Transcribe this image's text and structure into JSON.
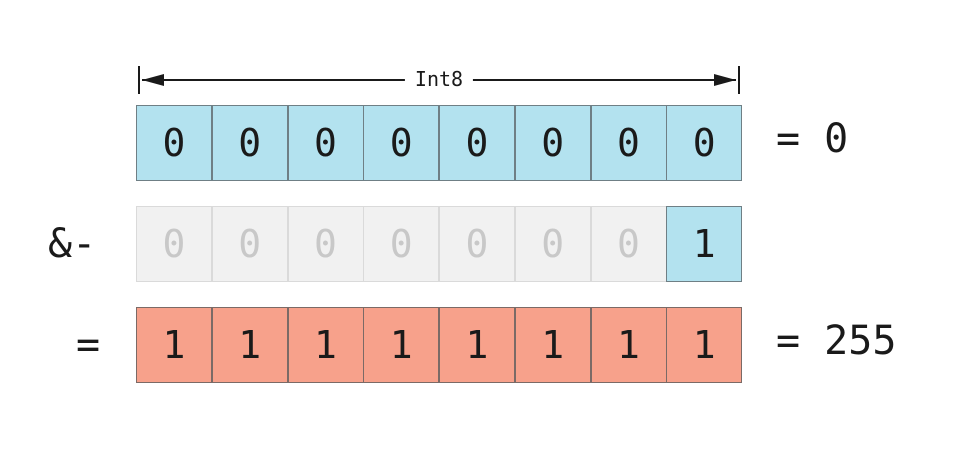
{
  "header": {
    "label": "Int8"
  },
  "rows": [
    {
      "bits": [
        "0",
        "0",
        "0",
        "0",
        "0",
        "0",
        "0",
        "0"
      ],
      "styles": [
        "blue",
        "blue",
        "blue",
        "blue",
        "blue",
        "blue",
        "blue",
        "blue"
      ],
      "result": "= 0"
    },
    {
      "operator": "&-",
      "bits": [
        "0",
        "0",
        "0",
        "0",
        "0",
        "0",
        "0",
        "1"
      ],
      "styles": [
        "gray",
        "gray",
        "gray",
        "gray",
        "gray",
        "gray",
        "gray",
        "blue"
      ]
    },
    {
      "operator": "=",
      "bits": [
        "1",
        "1",
        "1",
        "1",
        "1",
        "1",
        "1",
        "1"
      ],
      "styles": [
        "red",
        "red",
        "red",
        "red",
        "red",
        "red",
        "red",
        "red"
      ],
      "result": "= 255"
    }
  ],
  "colors": {
    "blue": "#b3e2ef",
    "gray": "#f1f1f1",
    "red": "#f7a18b"
  }
}
